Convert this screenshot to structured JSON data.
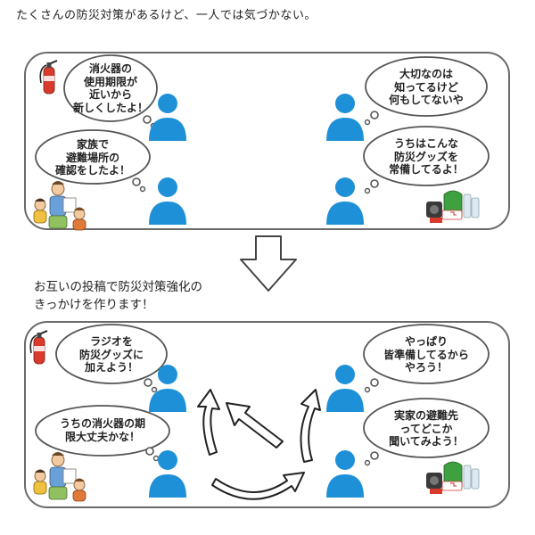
{
  "top_heading": "たくさんの防災対策があるけど、一人では気づかない。",
  "middle_heading": [
    "お互いの投稿で防災対策強化の",
    "きっかけを作ります！"
  ],
  "top_panel": {
    "bubbles": [
      {
        "lines": [
          "消火器の",
          "使用期限が",
          "近いから",
          "新しくしたよ！"
        ]
      },
      {
        "lines": [
          "家族で",
          "避難場所の",
          "確認をしたよ！"
        ]
      },
      {
        "lines": [
          "大切なのは",
          "知ってるけど",
          "何もしてないや"
        ]
      },
      {
        "lines": [
          "うちはこんな",
          "防災グッズを",
          "常備してるよ！"
        ]
      }
    ]
  },
  "bottom_panel": {
    "bubbles": [
      {
        "lines": [
          "ラジオを",
          "防災グッズに",
          "加えよう！"
        ]
      },
      {
        "lines": [
          "うちの消火器の期",
          "限大丈夫かな！"
        ]
      },
      {
        "lines": [
          "やっぱり",
          "皆準備してるから",
          "やろう！"
        ]
      },
      {
        "lines": [
          "実家の避難先",
          "ってどこか",
          "聞いてみよう！"
        ]
      }
    ]
  },
  "colors": {
    "person": "#1e90d8",
    "panel_border": "#6a6a6a",
    "bubble_border": "#555555",
    "extinguisher": "#d93a2b"
  }
}
